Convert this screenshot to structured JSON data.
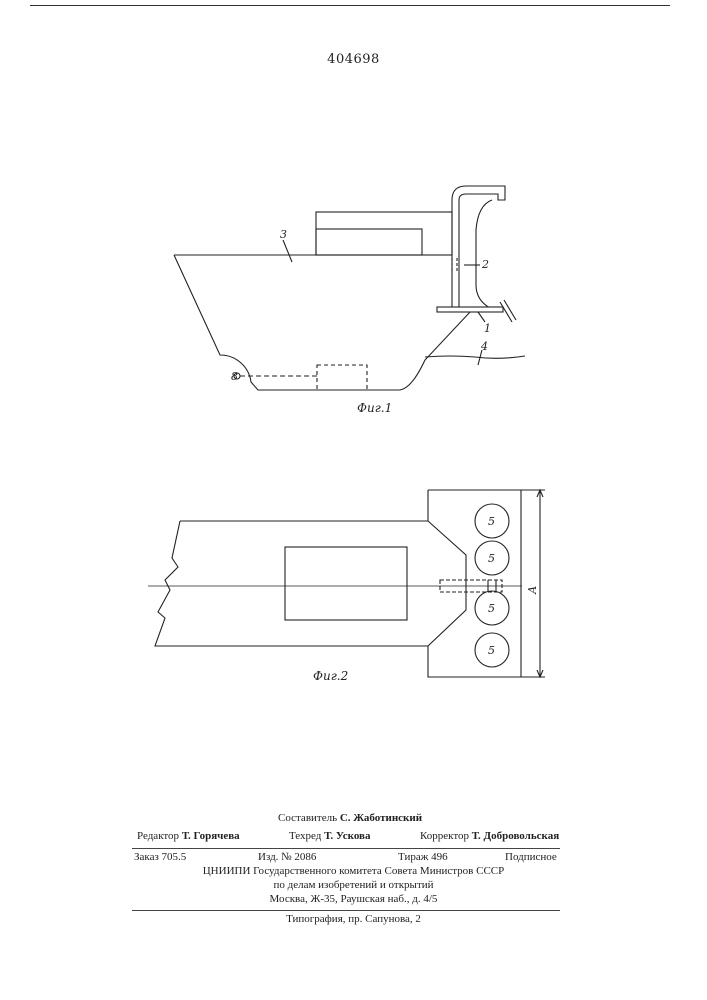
{
  "patent_number": "404698",
  "figure1": {
    "caption": "Фиг.1",
    "labels": {
      "l1": "1",
      "l2": "2",
      "l3": "3",
      "l4": "4",
      "l8": "8"
    }
  },
  "figure2": {
    "caption": "Фиг.2",
    "circle_label": "5",
    "dimension_label": "А"
  },
  "imprint": {
    "compiler_label": "Составитель",
    "compiler_name": "С. Жаботинский",
    "editor_label": "Редактор",
    "editor_name": "Т. Горячева",
    "techred_label": "Техред",
    "techred_name": "Т. Ускова",
    "corrector_label": "Корректор",
    "corrector_name": "Т. Добровольская",
    "order": "Заказ 705.5",
    "edition": "Изд. № 2086",
    "circulation": "Тираж 496",
    "subscription": "Подписное",
    "org_line1": "ЦНИИПИ Государственного комитета Совета Министров СССР",
    "org_line2": "по делам изобретений и открытий",
    "org_line3": "Москва, Ж-35, Раушская наб., д. 4/5",
    "printer": "Типография, пр. Сапунова, 2"
  }
}
